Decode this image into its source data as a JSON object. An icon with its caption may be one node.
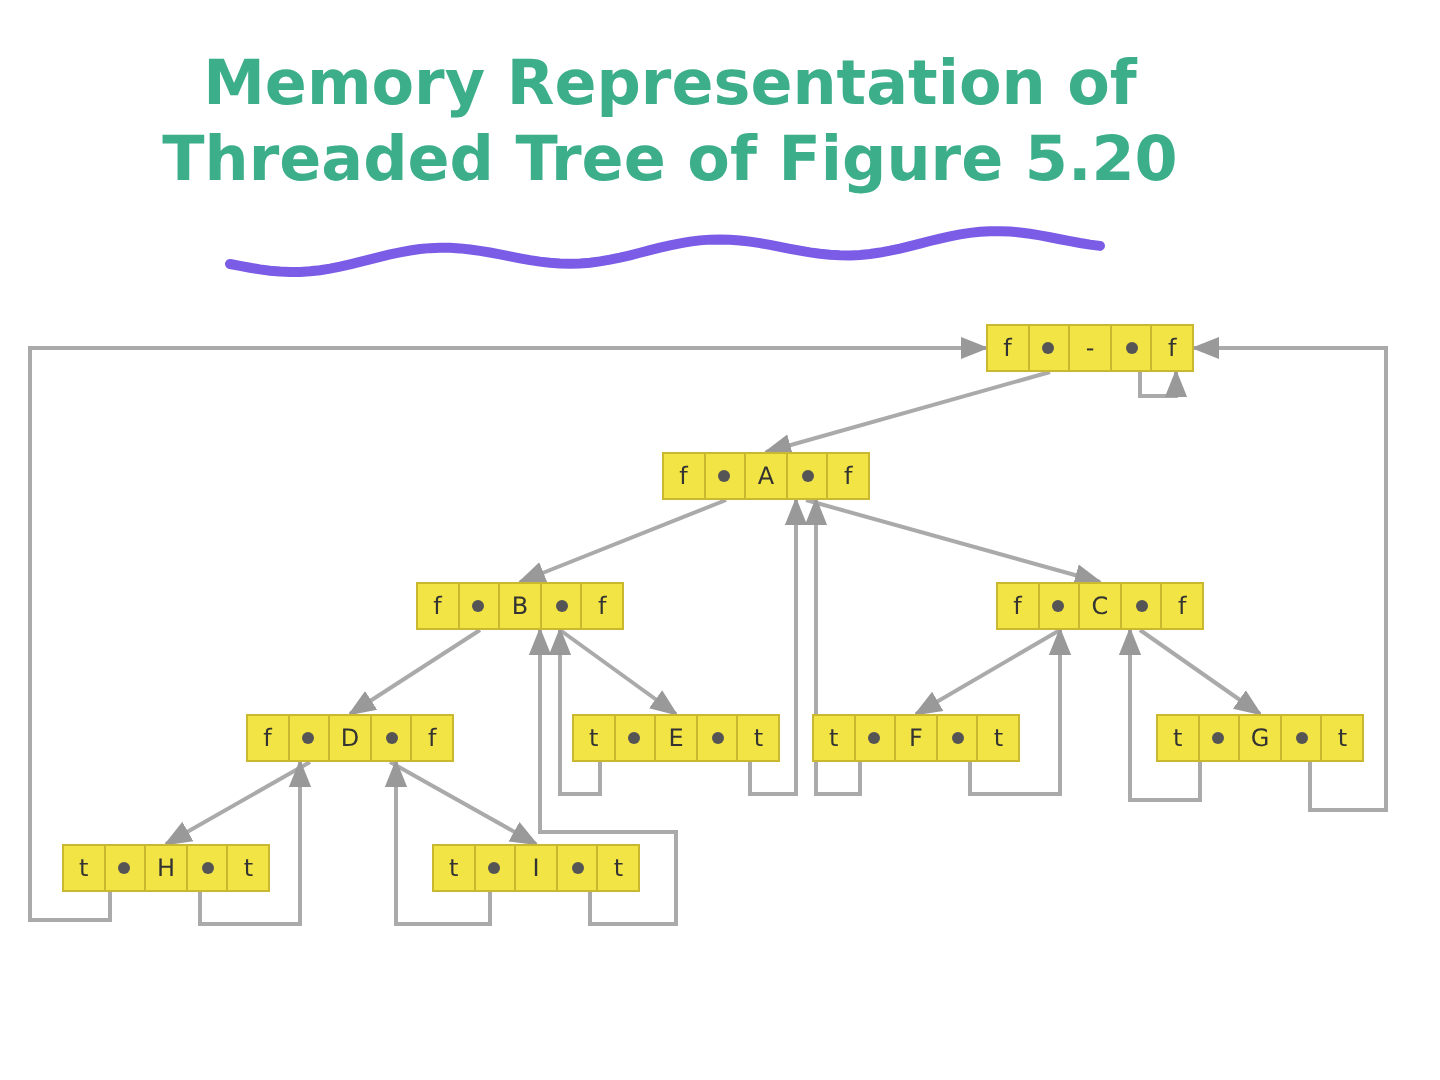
{
  "diagram": {
    "title": "Memory Representation of Threaded Tree of Figure 5.20",
    "nodes": [
      {
        "text": [
          "f",
          "-",
          "f"
        ]
      },
      {
        "text": [
          "f",
          "A",
          "f"
        ]
      },
      {
        "text": [
          "f",
          "B",
          "f"
        ]
      },
      {
        "text": [
          "f",
          "C",
          "f"
        ]
      },
      {
        "text": [
          "f",
          "D",
          "f"
        ]
      },
      {
        "text": [
          "t",
          "E",
          "t"
        ]
      },
      {
        "text": [
          "t",
          "F",
          "t"
        ]
      },
      {
        "text": [
          "t",
          "G",
          "t"
        ]
      },
      {
        "text": [
          "t",
          "H",
          "t"
        ]
      },
      {
        "text": [
          "t",
          "I",
          "t"
        ]
      }
    ],
    "edges": [
      {
        "from": 0,
        "to": 1,
        "arrow": "to"
      },
      {
        "from": 1,
        "to": 2,
        "arrow": "to"
      },
      {
        "from": 1,
        "to": 3,
        "arrow": "to"
      },
      {
        "from": 2,
        "to": 4,
        "arrow": "to"
      },
      {
        "from": 2,
        "to": 5,
        "arrow": "to"
      },
      {
        "from": 3,
        "to": 6,
        "arrow": "to"
      },
      {
        "from": 3,
        "to": 7,
        "arrow": "to"
      },
      {
        "from": 4,
        "to": 8,
        "arrow": "to"
      },
      {
        "from": 4,
        "to": 9,
        "arrow": "to"
      },
      {
        "from": 8,
        "to": 0,
        "arrow": "to"
      },
      {
        "from": 8,
        "to": 4,
        "arrow": "to"
      },
      {
        "from": 9,
        "to": 4,
        "arrow": "to"
      },
      {
        "from": 9,
        "to": 2,
        "arrow": "to"
      },
      {
        "from": 5,
        "to": 2,
        "arrow": "to"
      },
      {
        "from": 5,
        "to": 1,
        "arrow": "to"
      },
      {
        "from": 6,
        "to": 1,
        "arrow": "to"
      },
      {
        "from": 6,
        "to": 3,
        "arrow": "to"
      },
      {
        "from": 7,
        "to": 3,
        "arrow": "to"
      },
      {
        "from": 7,
        "to": 0,
        "arrow": "to"
      },
      {
        "from": 0,
        "to": 0,
        "arrow": "to"
      }
    ]
  }
}
